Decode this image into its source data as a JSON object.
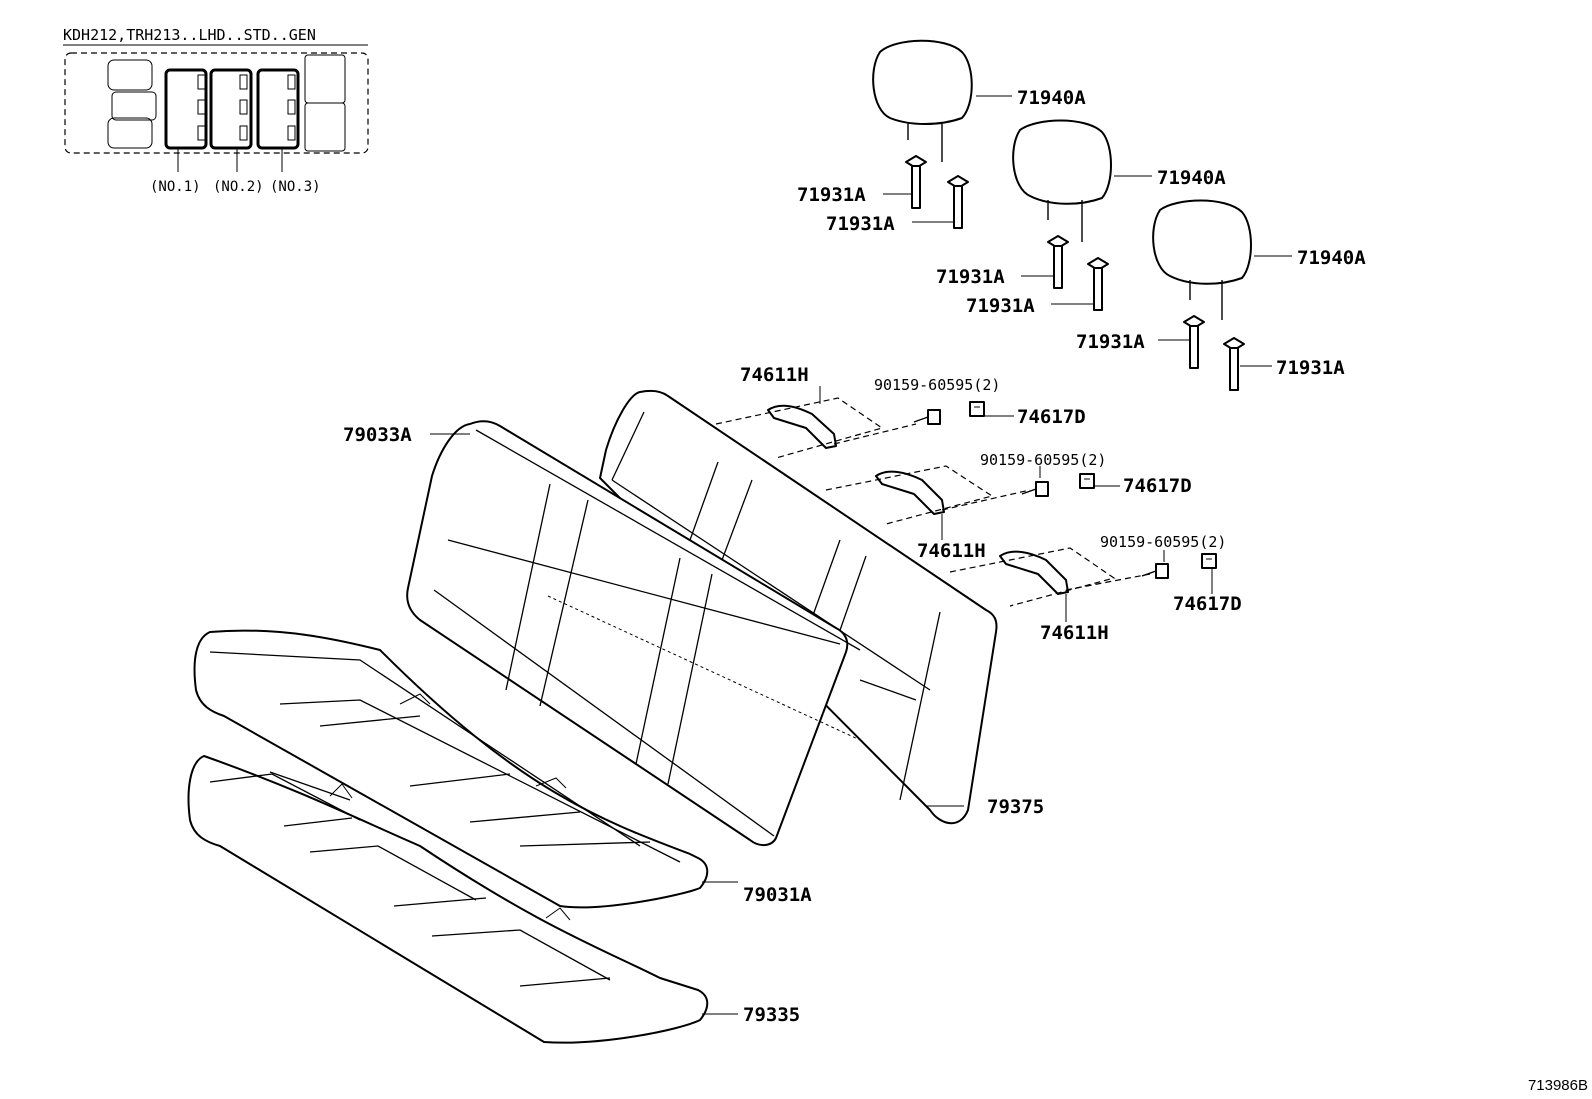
{
  "header": {
    "model_code": "KDH212,TRH213..LHD..STD..GEN",
    "positions": [
      "(NO.1)",
      "(NO.2)",
      "(NO.3)"
    ]
  },
  "parts": {
    "headrest": "71940A",
    "headrest_support": "71931A",
    "bracket": "74611H",
    "bolt": "90159-60595(2)",
    "clip": "74617D",
    "back_cover": "79033A",
    "back_pad": "79375",
    "cushion_cover": "79031A",
    "cushion_pad": "79335"
  },
  "figure_id": "713986B"
}
